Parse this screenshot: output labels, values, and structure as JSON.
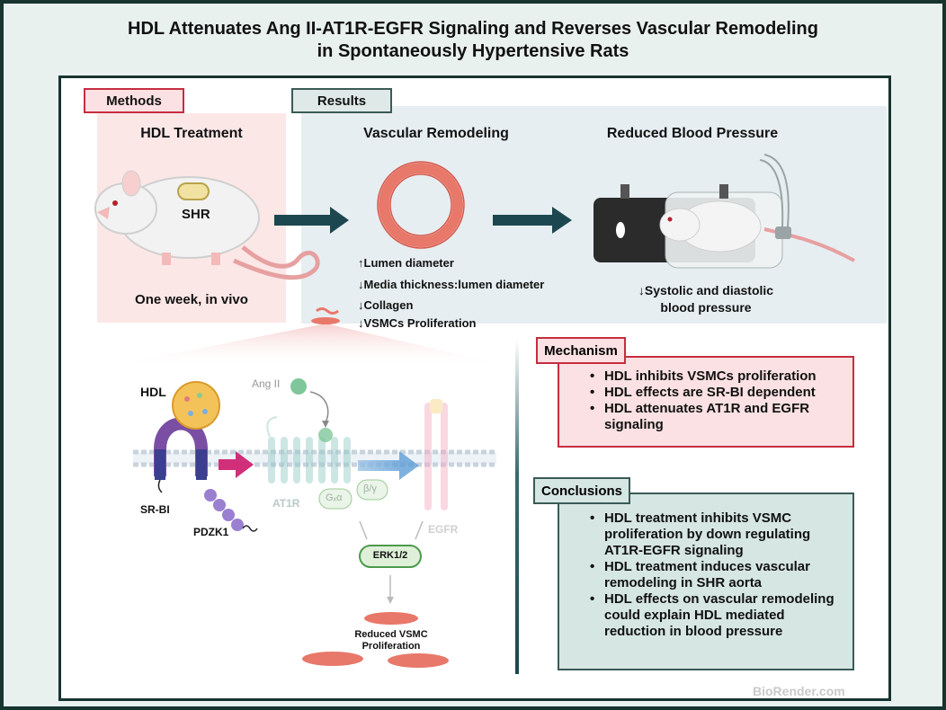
{
  "title": {
    "line1": "HDL Attenuates Ang II-AT1R-EGFR Signaling and Reverses Vascular Remodeling",
    "line2": "in Spontaneously Hypertensive Rats"
  },
  "methods": {
    "header": "Methods",
    "heading": "HDL Treatment",
    "implant_label": "SHR",
    "caption": "One week, in vivo"
  },
  "results": {
    "header": "Results",
    "remodeling": {
      "heading": "Vascular Remodeling",
      "items": [
        "↑Lumen diameter",
        "↓Media thickness:lumen diameter",
        "↓Collagen",
        "↓VSMCs Proliferation"
      ]
    },
    "pressure": {
      "heading": "Reduced Blood Pressure",
      "caption_line1": "↓Systolic and diastolic",
      "caption_line2": "blood pressure"
    }
  },
  "pathway": {
    "hdl": "HDL",
    "ang2": "Ang II",
    "srbi": "SR-BI",
    "pdzk1": "PDZK1",
    "at1r": "AT1R",
    "gq": "Gₓα",
    "bg": "β/γ",
    "egfr": "EGFR",
    "erk": "ERK1/2",
    "outcome_line1": "Reduced VSMC",
    "outcome_line2": "Proliferation"
  },
  "mechanism": {
    "header": "Mechanism",
    "items": [
      "HDL inhibits VSMCs proliferation",
      "HDL effects are SR-BI dependent",
      "HDL attenuates AT1R and EGFR signaling"
    ]
  },
  "conclusions": {
    "header": "Conclusions",
    "items": [
      "HDL treatment inhibits VSMC proliferation by down regulating AT1R-EGFR signaling",
      "HDL treatment induces vascular remodeling in SHR aorta",
      "HDL effects on vascular remodeling could explain HDL mediated reduction in blood pressure"
    ]
  },
  "watermark": "BioRender.com",
  "colors": {
    "frame": "#17342f",
    "methods_accent": "#c62d3f",
    "results_accent": "#3b5a56",
    "arrow": "#1c4750",
    "vessel": "#e8786a"
  }
}
